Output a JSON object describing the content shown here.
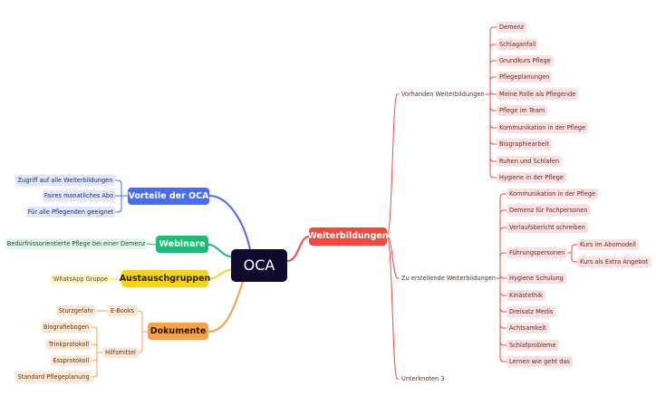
{
  "root": "OCA",
  "weiterbildungen": {
    "label": "Weiterbildungen",
    "vorhanden": {
      "label": "Vorhanden Weiterbildungen",
      "items": [
        "Demenz",
        "Schlaganfall",
        "Grundkurs Pflege",
        "Pflegeplanungen",
        "Meine Rolle als Pflegende",
        "Pflege im Team",
        "Kommunikation in der Pflege",
        "Biographiearbeit",
        "Ruhen und Schlafen",
        "Hygiene in der Pflege"
      ]
    },
    "zu_erstellen": {
      "label": "Zu erstellende Weiterbildungen",
      "items": [
        "Kommunikation in der Pflege",
        "Demenz für Fachpersonen",
        "Verlaufsbericht schreiben",
        "Führungspersonen",
        "Hygiene Schulung",
        "Kinästethik",
        "Dreisatz Medis",
        "Achtsamkeit",
        "Schlafprobleme",
        "Lernen wie geht das"
      ],
      "fuehrung_children": [
        "Kurs im Abomodell",
        "Kurs als Extra Angebot"
      ]
    },
    "unterknoten": "Unterknoten 3"
  },
  "vorteile": {
    "label": "Vorteile der OCA",
    "items": [
      "Zugriff auf alle Weiterbildungen",
      "Faires monatliches Abo",
      "Für alle Pflegenden geeignet"
    ]
  },
  "webinare": {
    "label": "Webinare",
    "items": [
      "Bedürfnissorientierte Pflege bei einer Demenz"
    ]
  },
  "austausch": {
    "label": "Austauschgruppen",
    "items": [
      "WhatsApp Gruppe"
    ]
  },
  "dokumente": {
    "label": "Dokumente",
    "ebooks": {
      "label": "E-Books",
      "items": [
        "Sturzgefahr"
      ]
    },
    "hilfsmittel": {
      "label": "Hilfsmittel",
      "items": [
        "Biografiebogen",
        "Trinkprotokoll",
        "Essprotokoll",
        "Standard Pflegeplanung"
      ]
    }
  },
  "colors": {
    "root": "#0f0a2e",
    "red": "#ef4a42",
    "blue": "#4a6cf0",
    "green": "#1dbb74",
    "yellow": "#f5d21f",
    "orange": "#f4a14a"
  }
}
